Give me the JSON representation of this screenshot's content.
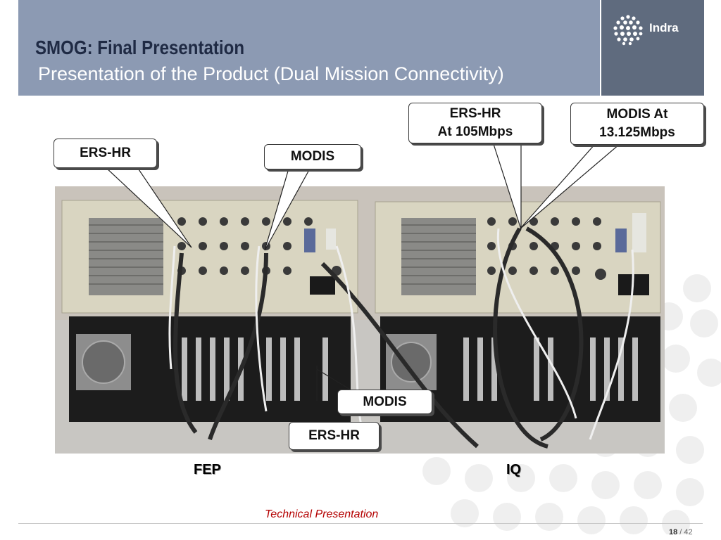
{
  "header": {
    "title": "SMOG: Final Presentation",
    "subtitle": "Presentation of the Product (Dual Mission Connectivity)",
    "logo": "Indra"
  },
  "callouts": {
    "ers_hr_left": "ERS-HR",
    "modis_left": "MODIS",
    "ers_hr_rate_line1": "ERS-HR",
    "ers_hr_rate_line2": "At 105Mbps",
    "modis_rate_line1": "MODIS At",
    "modis_rate_line2": "13.125Mbps",
    "modis_bottom": "MODIS",
    "ers_hr_bottom": "ERS-HR"
  },
  "labels": {
    "fep": "FEP",
    "iq": "IQ"
  },
  "footer": {
    "text": "Technical Presentation",
    "page_current": "18",
    "page_separator": " / ",
    "page_total": "42"
  }
}
